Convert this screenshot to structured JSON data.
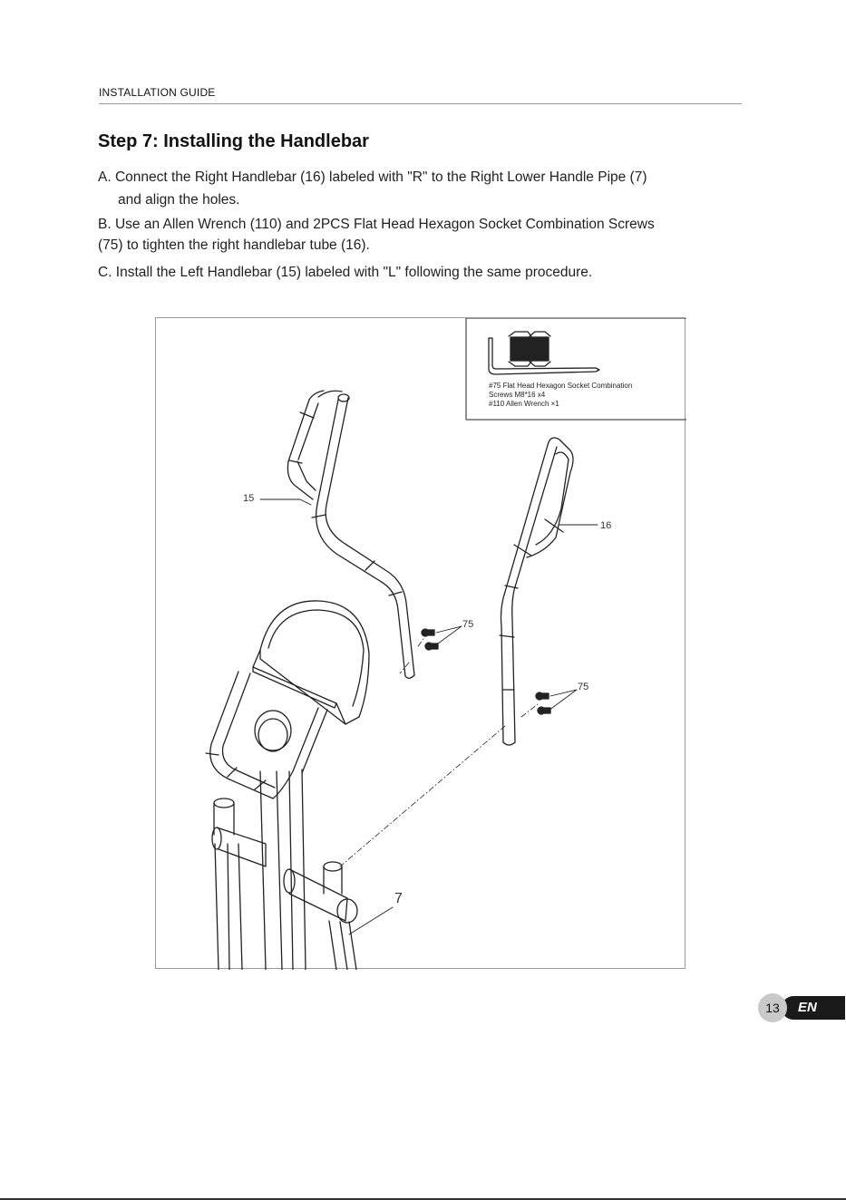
{
  "header": {
    "section_label": "INSTALLATION GUIDE"
  },
  "step": {
    "title": "Step 7: Installing the Handlebar",
    "instructions": {
      "a_line1": "A. Connect the Right Handlebar (16) labeled with \"R\" to the Right Lower Handle Pipe (7)",
      "a_line2": "and align the holes.",
      "b_line1": "B. Use an Allen Wrench (110) and 2PCS Flat Head Hexagon Socket Combination Screws",
      "b_line2": "(75) to tighten the right handlebar tube (16).",
      "c_line1": "C. Install the Left Handlebar (15) labeled with \"L\" following the same procedure."
    }
  },
  "figure": {
    "hardware_box": {
      "line1": "#75 Flat Head Hexagon Socket Combination",
      "line2": "Screws M8*16 x4",
      "line3": "#110 Allen Wrench ×1"
    },
    "callouts": {
      "left_handlebar": "15",
      "right_handlebar": "16",
      "screws_left": "75",
      "screws_right": "75",
      "lower_handle_pipe": "7"
    }
  },
  "footer": {
    "page_number": "13",
    "language": "EN"
  }
}
